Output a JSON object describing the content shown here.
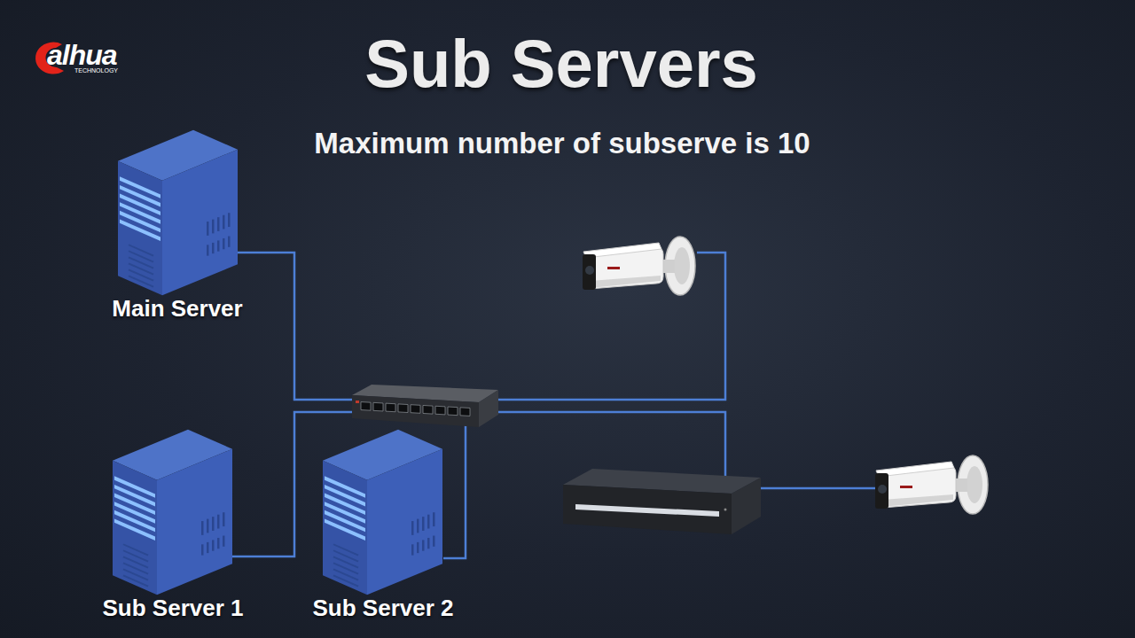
{
  "diagram": {
    "title": "Sub Servers",
    "nodes": [
      {
        "text": [
          "Main Server"
        ]
      },
      {
        "text": [
          "Sub Server 1"
        ]
      },
      {
        "text": [
          "Sub Server 2"
        ]
      }
    ],
    "labels": [
      "alhua",
      "TECHNOLOGY",
      "Maximum number of subserve is 10"
    ]
  }
}
